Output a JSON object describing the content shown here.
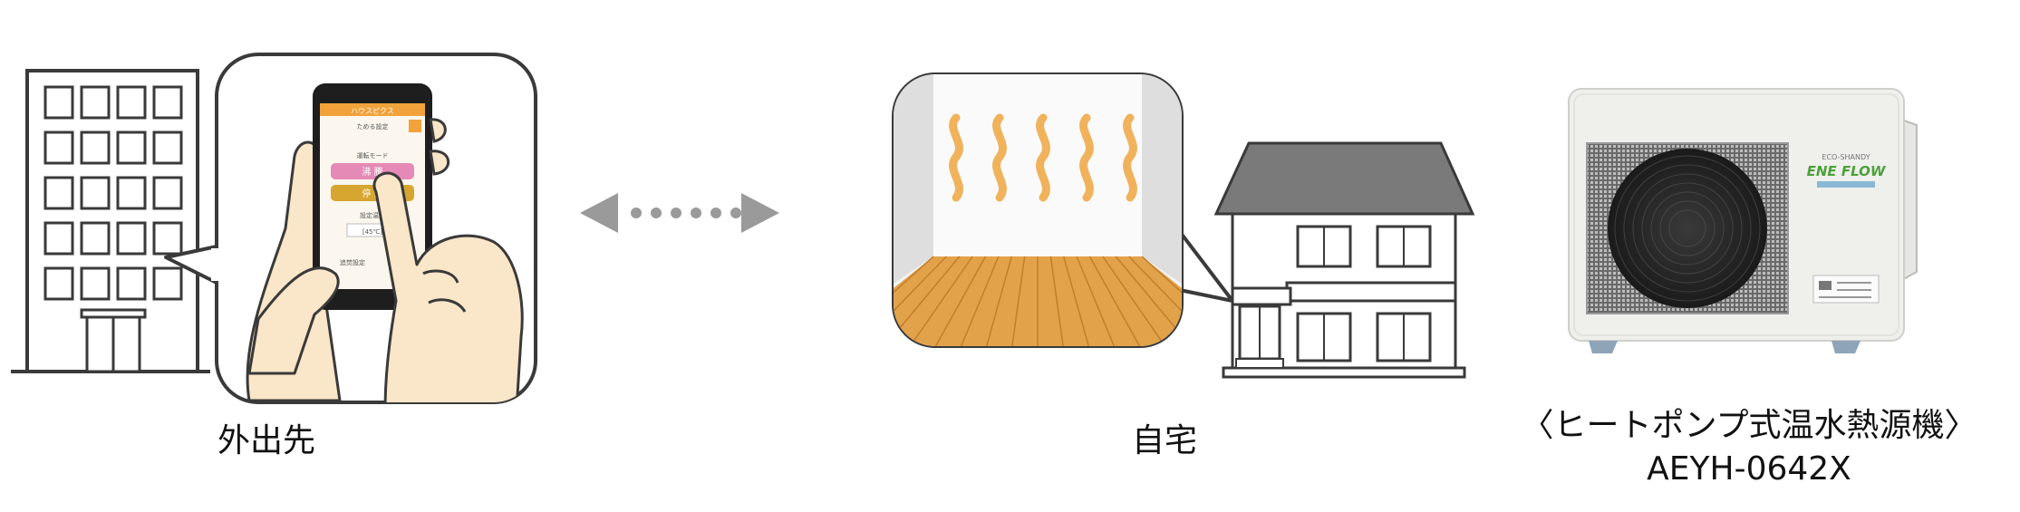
{
  "captions": {
    "outside": "外出先",
    "home": "自宅",
    "unit_name": "〈ヒートポンプ式温水熱源機〉",
    "unit_model": "AEYH-0642X"
  },
  "phone_screen": {
    "header": "ハウスピクス",
    "sub": "ためる設定",
    "mode_label": "運転モード",
    "button_1": "沸 騰",
    "button_2": "停 止",
    "setting_label": "設定温度",
    "temp_value": "[45℃]",
    "bottom_left": "追焚設定",
    "bottom_right": "…"
  },
  "unit_logo": {
    "small": "ECO-SHANDY",
    "brand": "ENE FLOW"
  },
  "colors": {
    "line": "#3a3a3a",
    "roof": "#7a7a7a",
    "floor": "#e2a24a",
    "heat": "#f1b25c",
    "arrow": "#9a9a9a",
    "phone_orange": "#f2a23a",
    "phone_pink": "#e58ab6",
    "phone_gold": "#d6a630",
    "unit_body": "#efefec"
  }
}
